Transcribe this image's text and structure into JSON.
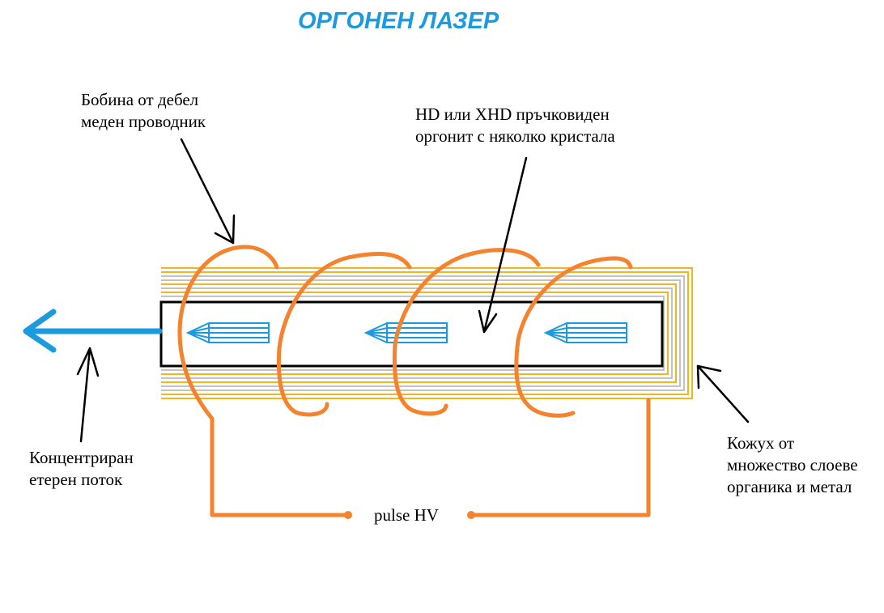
{
  "title": "ОРГОНЕН ЛАЗЕР",
  "labels": {
    "coil": [
      "Бобина от дебел",
      "меден проводник"
    ],
    "rod": [
      "HD или XHD пръчковиден",
      "оргонит с няколко кристала"
    ],
    "stream": [
      "Концентриран",
      "етерен поток"
    ],
    "casing": [
      "Кожух от",
      "множество слоеве",
      "органика и метал"
    ],
    "pulse": "pulse HV"
  },
  "colors": {
    "title": "#1c9ae0",
    "coil": "#f5822d",
    "crystal": "#1c9ae0",
    "beam": "#1c9ae0",
    "layer_gold": "#f2b61c",
    "layer_silver": "#c2c2c2",
    "arrow": "#000000"
  }
}
